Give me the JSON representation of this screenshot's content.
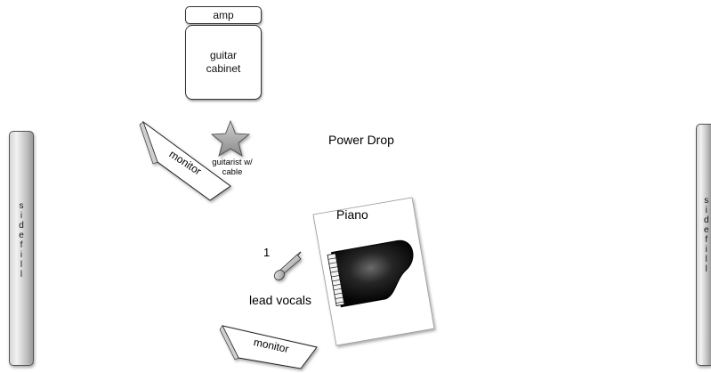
{
  "labels": {
    "amp": "amp",
    "cabinet_line1": "guitar",
    "cabinet_line2": "cabinet",
    "monitor_top": "monitor",
    "monitor_bottom": "monitor",
    "guitarist_line1": "guitarist w/",
    "guitarist_line2": "cable",
    "power_drop": "Power Drop",
    "piano": "Piano",
    "mic_number": "1",
    "lead_vocals": "lead vocals",
    "sidefill_left": "s\ni\nd\ne\nf\ni\nl\nl",
    "sidefill_right": "s\ni\nd\ne\nf\ni\nl\nl"
  },
  "icons": {
    "guitarist": "star-icon",
    "piano": "grand-piano-icon",
    "microphone": "microphone-icon"
  },
  "colors": {
    "sidefill_gradient": [
      "#d6d6d6",
      "#f2f2f2",
      "#9a9a9a"
    ],
    "star_fill": "#a9a9a9",
    "piano_body": "#111111"
  }
}
